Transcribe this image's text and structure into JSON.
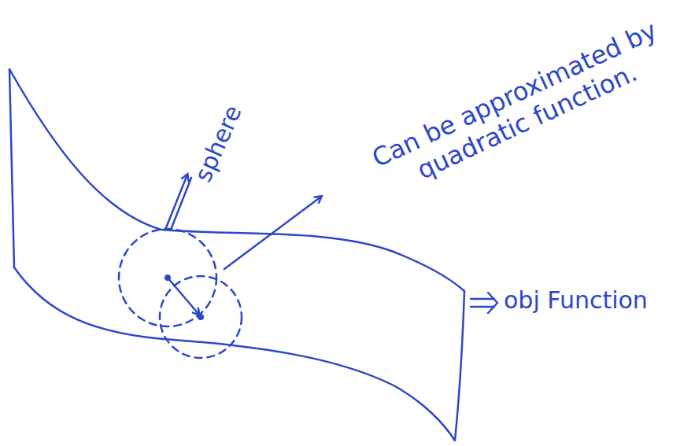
{
  "diagram": {
    "labels": [
      "sphere",
      "Can be approximated by quadratic function.",
      "obj Function"
    ]
  }
}
